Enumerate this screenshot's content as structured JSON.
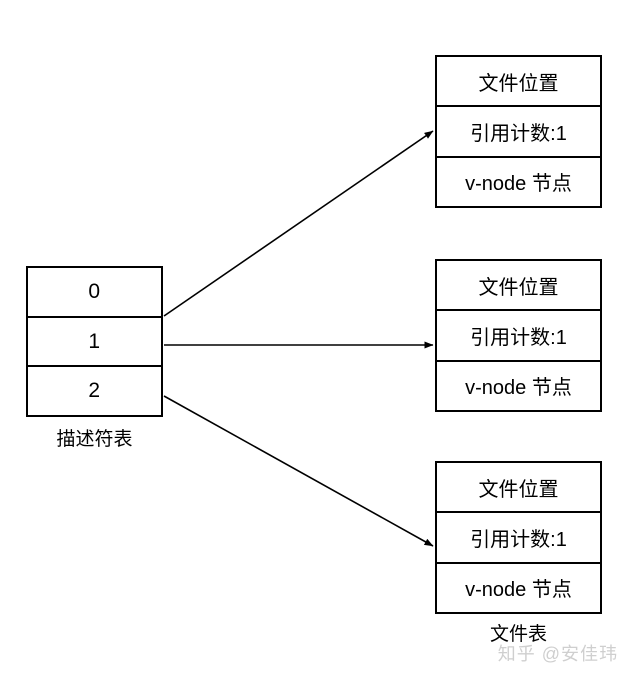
{
  "diagram": {
    "descriptor_table": {
      "caption": "描述符表",
      "rows": [
        {
          "label": "0"
        },
        {
          "label": "1"
        },
        {
          "label": "2"
        }
      ]
    },
    "file_table": {
      "caption": "文件表",
      "entries": [
        {
          "file_position": "文件位置",
          "ref_count": "引用计数:1",
          "vnode": "v-node 节点"
        },
        {
          "file_position": "文件位置",
          "ref_count": "引用计数:1",
          "vnode": "v-node 节点"
        },
        {
          "file_position": "文件位置",
          "ref_count": "引用计数:1",
          "vnode": "v-node 节点"
        }
      ]
    },
    "connections": [
      {
        "from": "descriptor-row-0",
        "to": "file-entry-0"
      },
      {
        "from": "descriptor-row-1",
        "to": "file-entry-1"
      },
      {
        "from": "descriptor-row-2",
        "to": "file-entry-2"
      }
    ]
  },
  "watermark": {
    "text": "知乎 @安佳玮"
  },
  "colors": {
    "stroke": "#000000",
    "background": "#ffffff",
    "watermark": "#cfcfcf"
  }
}
